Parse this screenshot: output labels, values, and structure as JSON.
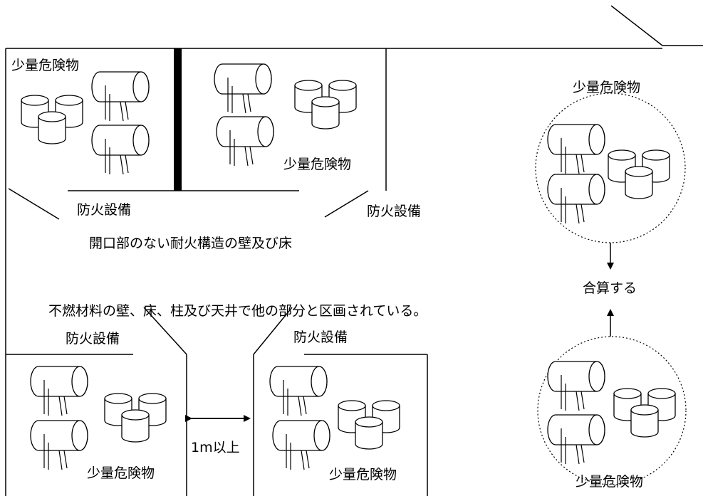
{
  "labels": {
    "small_hazmat": "少量危険物",
    "fire_equipment": "防火設備",
    "wall_floor": "開口部のない耐火構造の壁及び床",
    "combine": "合算する",
    "noncombustible": "不燃材料の壁、床、柱及び天井で他の部分と区画されている。",
    "distance": "1m以上"
  },
  "icons": {
    "drum": "horizontal-drum-icon",
    "cans": "storage-cans-icon"
  }
}
